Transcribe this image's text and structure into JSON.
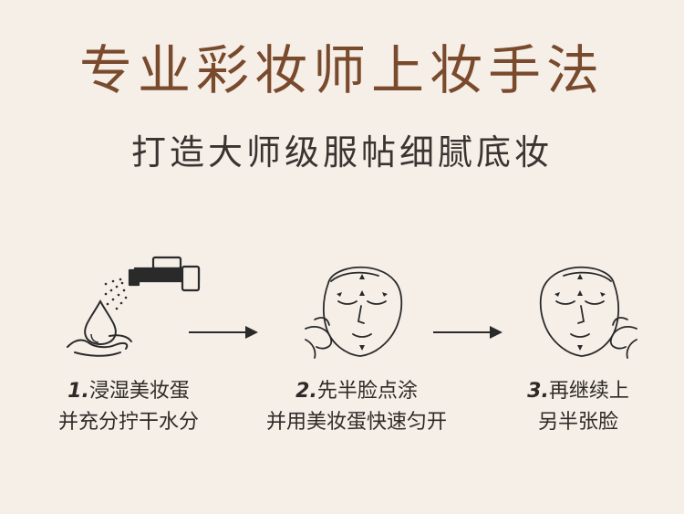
{
  "heading": {
    "title": "专业彩妆师上妆手法",
    "subtitle": "打造大师级服帖细腻底妆"
  },
  "steps": [
    {
      "num": "1.",
      "line1": "浸湿美妆蛋",
      "line2": "并充分拧干水分"
    },
    {
      "num": "2.",
      "line1": "先半脸点涂",
      "line2": "并用美妆蛋快速匀开"
    },
    {
      "num": "3.",
      "line1": "再继续上",
      "line2": "另半张脸"
    }
  ],
  "colors": {
    "background": "#f5efe8",
    "title": "#7a4a2c",
    "text": "#2f2a27",
    "line": "#2a2a2a"
  },
  "icons": [
    "faucet-icon",
    "water-drop-icon",
    "hand-icon",
    "arrow-right-icon",
    "face-massage-icon"
  ]
}
